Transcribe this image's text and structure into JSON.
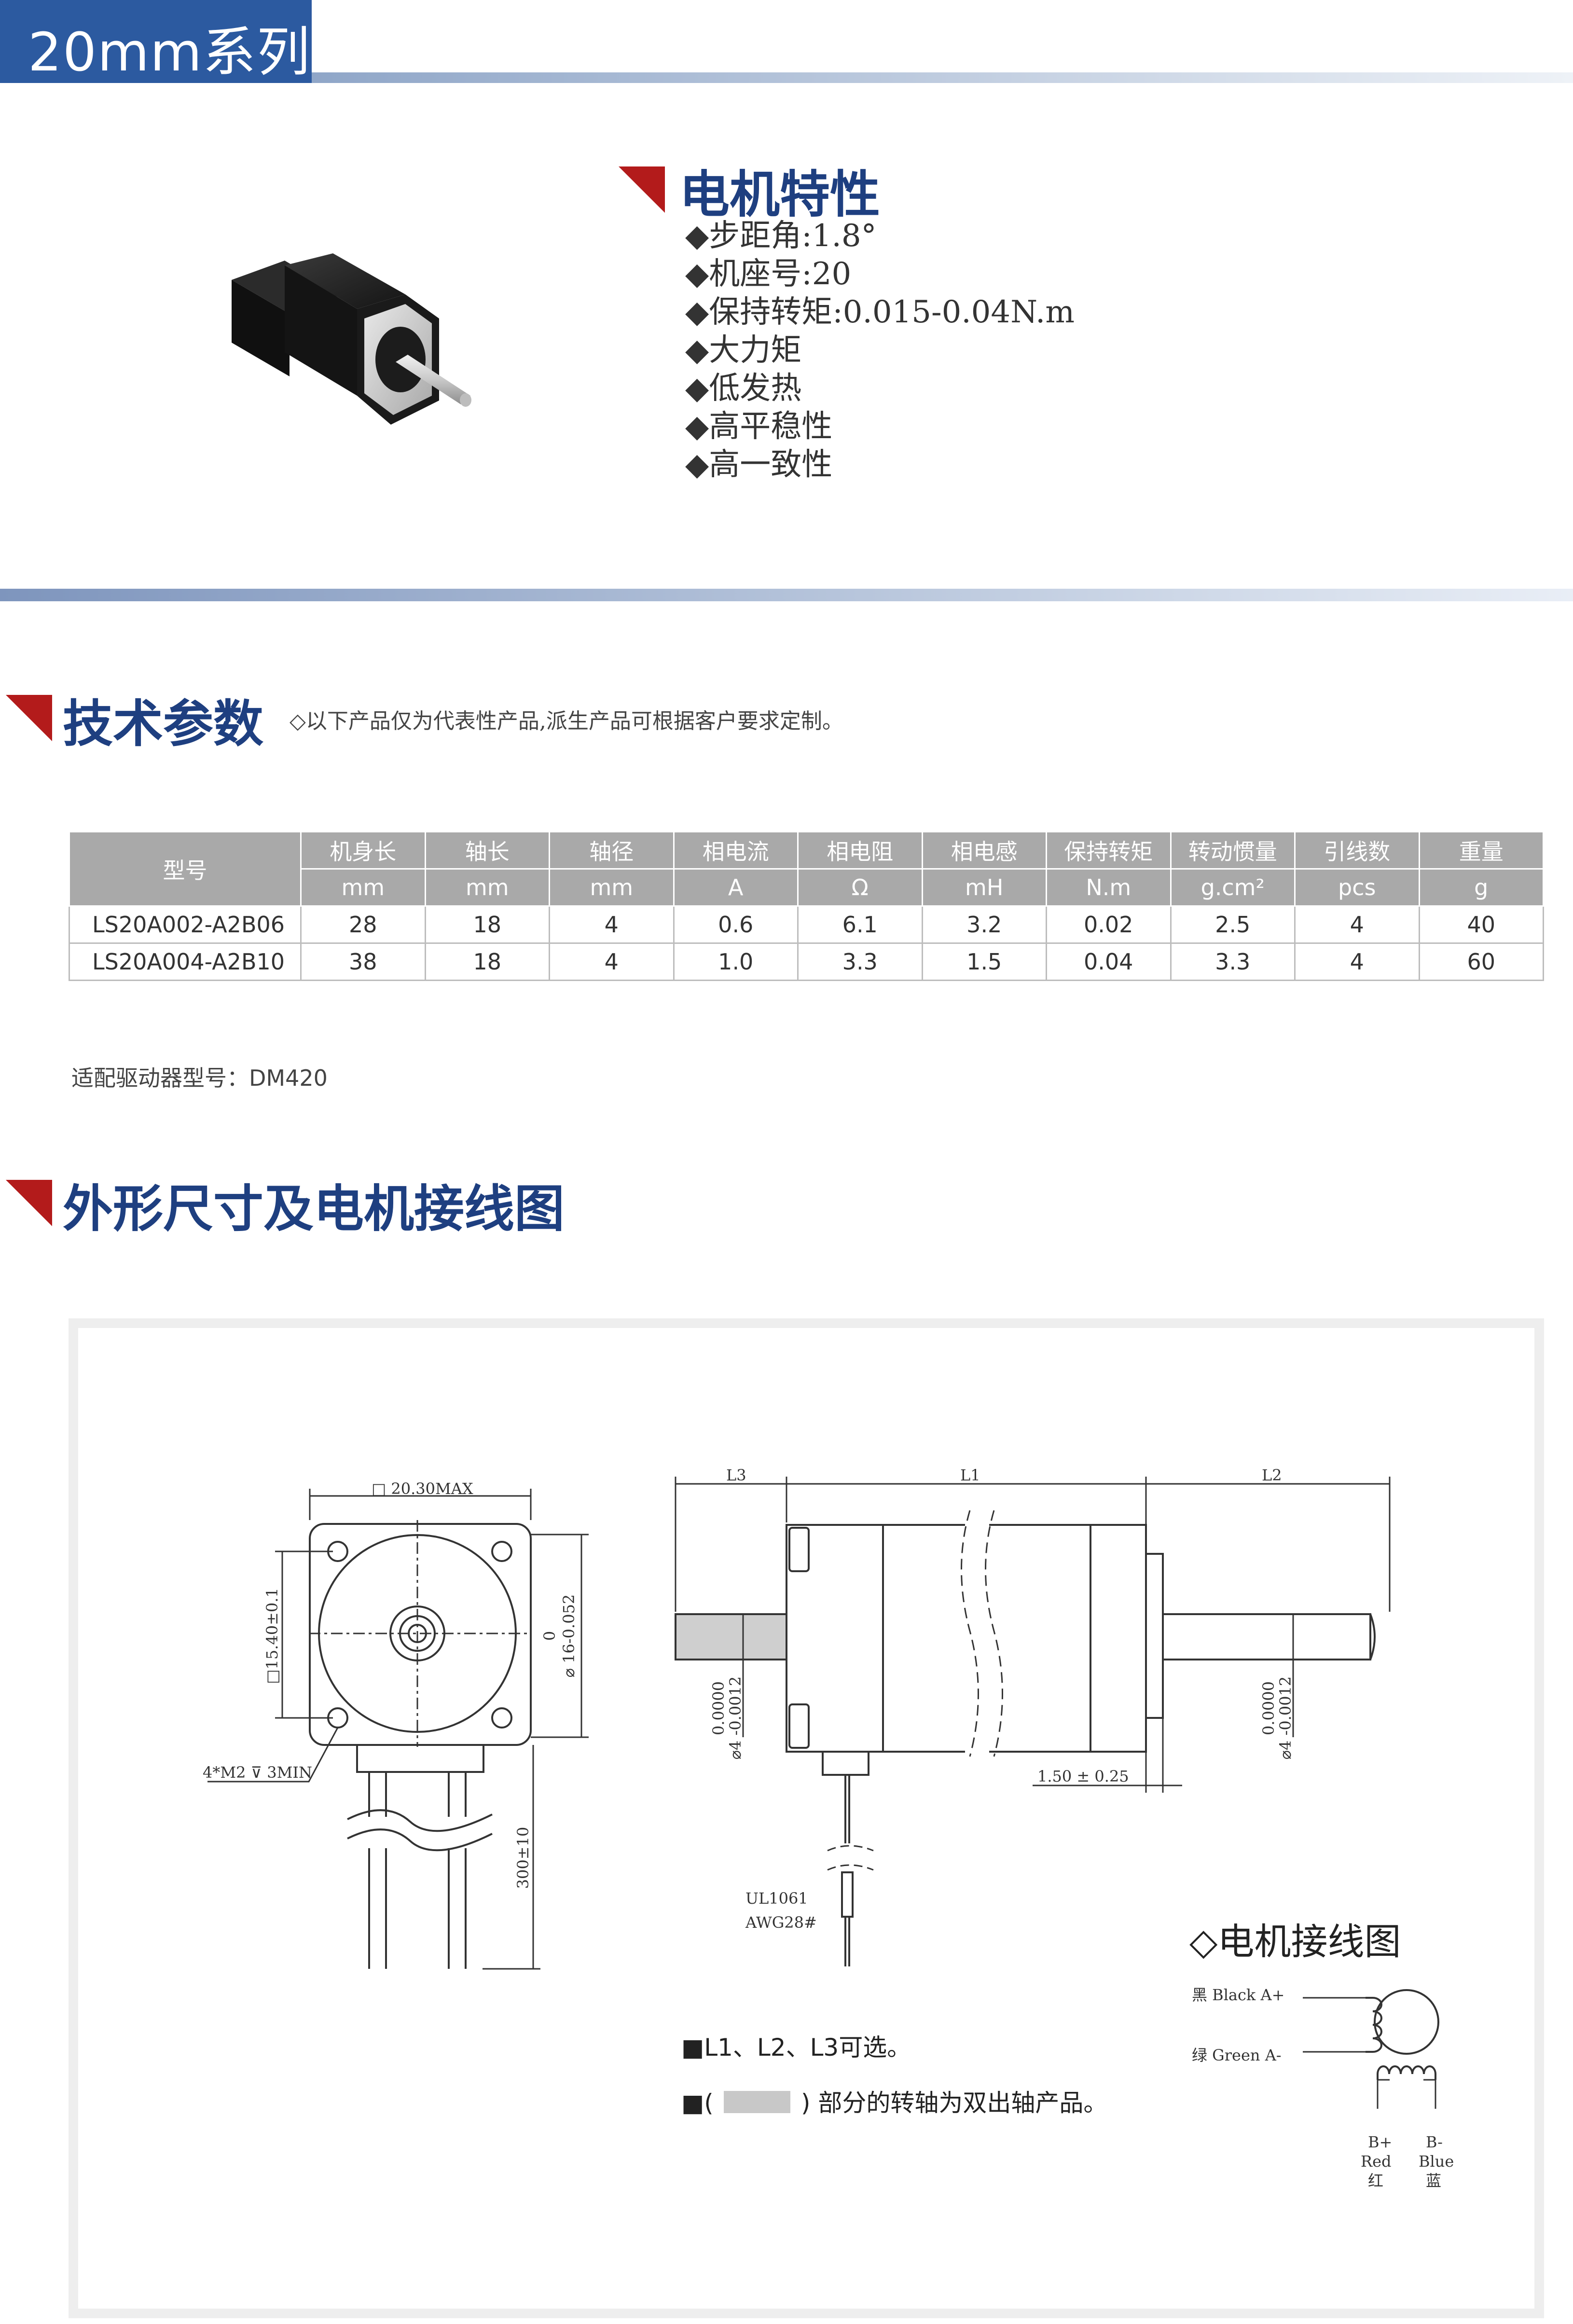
{
  "header": {
    "title": "20mm系列"
  },
  "features": {
    "title": "电机特性",
    "items": [
      "◆步距角:1.8°",
      "◆机座号:20",
      "◆保持转矩:0.015-0.04N.m",
      "◆大力矩",
      "◆低发热",
      "◆高平稳性",
      "◆高一致性"
    ]
  },
  "tech": {
    "title": "技术参数",
    "note": "◇以下产品仅为代表性产品,派生产品可根据客户要求定制。"
  },
  "table": {
    "model_header": "型号",
    "headers": [
      "机身长",
      "轴长",
      "轴径",
      "相电流",
      "相电阻",
      "相电感",
      "保持转矩",
      "转动惯量",
      "引线数",
      "重量"
    ],
    "units": [
      "mm",
      "mm",
      "mm",
      "A",
      "Ω",
      "mH",
      "N.m",
      "g.cm²",
      "pcs",
      "g"
    ],
    "rows": [
      [
        "LS20A002-A2B06",
        "28",
        "18",
        "4",
        "0.6",
        "6.1",
        "3.2",
        "0.02",
        "2.5",
        "4",
        "40"
      ],
      [
        "LS20A004-A2B10",
        "38",
        "18",
        "4",
        "1.0",
        "3.3",
        "1.5",
        "0.04",
        "3.3",
        "4",
        "60"
      ]
    ]
  },
  "driver_note": "适配驱动器型号：DM420",
  "drawing": {
    "title": "外形尺寸及电机接线图",
    "front_view": {
      "square_label": "□ 20.30MAX",
      "hole_spacing": "□15.40±0.1",
      "pilot_dia": "⌀ 16-0.052",
      "pilot_tol": "0",
      "holes": "4*M2 ⊽ 3MIN",
      "lead_length": "300±10"
    },
    "side_view": {
      "l3": "L3",
      "l1": "L1",
      "l2": "L2",
      "shaft_tol_top": "0.0000",
      "shaft_dia_front": "⌀4 -0.0012",
      "shaft_dia_rear": "⌀4 -0.0012",
      "pilot_len": "1.50 ± 0.25",
      "wire_spec_1": "UL1061",
      "wire_spec_2": "AWG28#"
    },
    "notes": {
      "optional": "■L1、L2、L3可选。",
      "dual_prefix": "■(",
      "dual_suffix": ") 部分的转轴为双出轴产品。"
    },
    "wiring": {
      "title": "◇电机接线图",
      "a_plus": "黑 Black A+",
      "a_minus": "绿 Green A-",
      "b_plus_1": "B+",
      "b_plus_2": "Red",
      "b_plus_3": "红",
      "b_minus_1": "B-",
      "b_minus_2": "Blue",
      "b_minus_3": "蓝"
    }
  }
}
